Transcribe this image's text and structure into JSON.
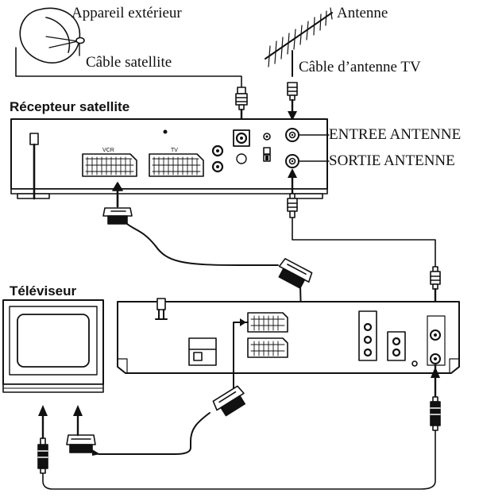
{
  "labels": {
    "outdoor_unit": "Appareil extérieur",
    "satellite_cable": "Câble satellite",
    "antenna": "Antenne",
    "tv_antenna_cable": "Câble d’antenne TV",
    "satellite_receiver": "Récepteur satellite",
    "antenna_in": "ENTREE ANTENNE",
    "antenna_out": "SORTIE ANTENNE",
    "television": "Téléviseur"
  },
  "receiver_sockets": {
    "vcr": "VCR",
    "tv": "TV"
  },
  "colors": {
    "line": "#111111",
    "panel_fill": "#ffffff",
    "screen_fill": "#ffffff"
  }
}
